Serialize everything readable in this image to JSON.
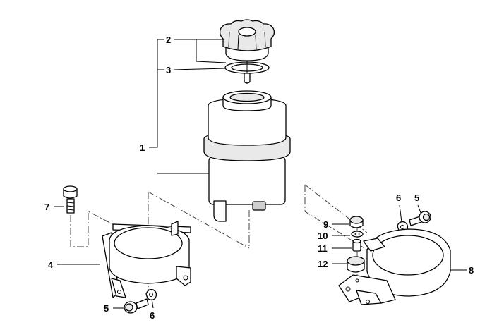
{
  "callouts": {
    "c1": "1",
    "c2": "2",
    "c3": "3",
    "c4": "4",
    "c5a": "5",
    "c5b": "5",
    "c6a": "6",
    "c6b": "6",
    "c7": "7",
    "c8": "8",
    "c9": "9",
    "c10": "10",
    "c11": "11",
    "c12": "12"
  }
}
